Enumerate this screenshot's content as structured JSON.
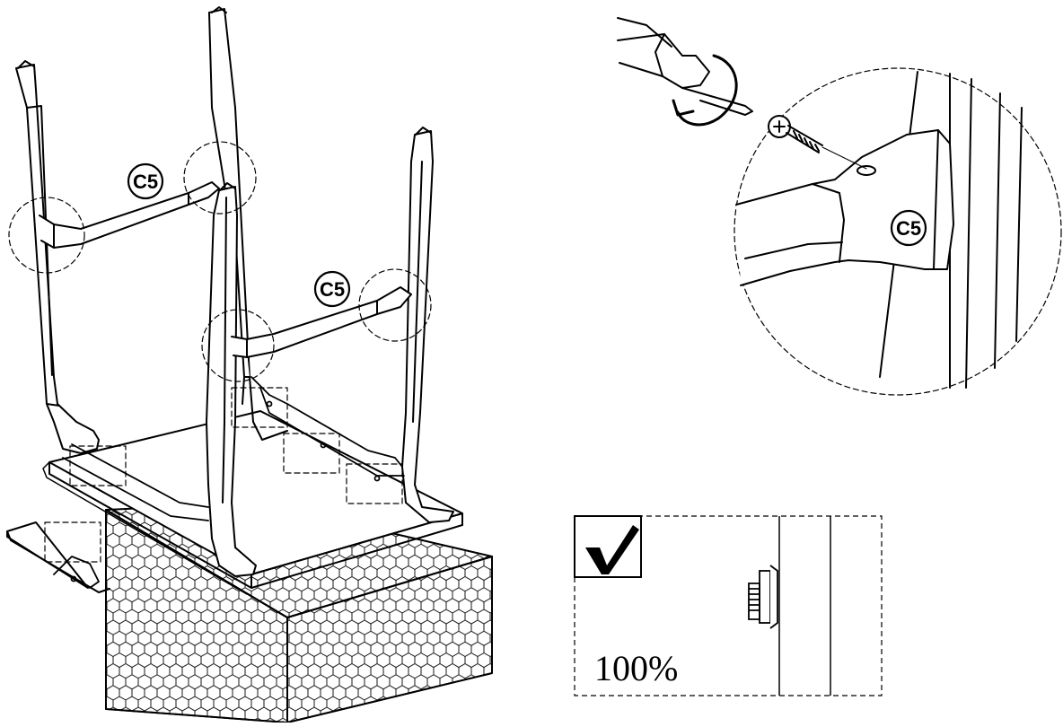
{
  "callouts": {
    "part_left": "C5",
    "part_right": "C5",
    "part_zoom": "C5"
  },
  "scale_box": {
    "scale_text": "100%",
    "check_icon": "check-mark-icon"
  },
  "colors": {
    "line": "#000000",
    "background": "#ffffff"
  }
}
